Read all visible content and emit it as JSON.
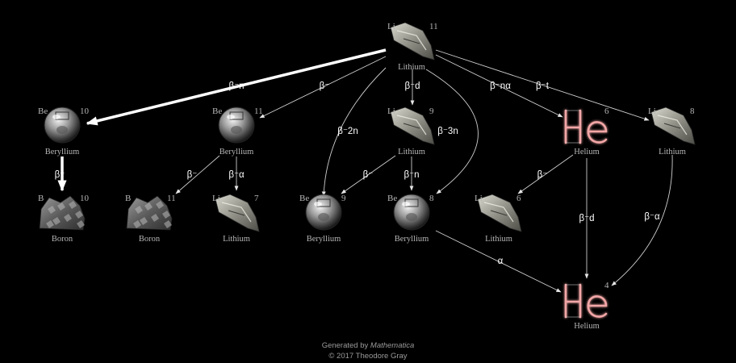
{
  "nodes": [
    {
      "id": "li11",
      "symbol": "Li",
      "mass": "11",
      "name": "Lithium",
      "kind": "lithium"
    },
    {
      "id": "be10",
      "symbol": "Be",
      "mass": "10",
      "name": "Beryllium",
      "kind": "beryllium"
    },
    {
      "id": "be11",
      "symbol": "Be",
      "mass": "11",
      "name": "Beryllium",
      "kind": "beryllium"
    },
    {
      "id": "li9",
      "symbol": "Li",
      "mass": "9",
      "name": "Lithium",
      "kind": "lithium"
    },
    {
      "id": "he6",
      "symbol": "",
      "mass": "6",
      "name": "Helium",
      "kind": "helium"
    },
    {
      "id": "li8",
      "symbol": "Li",
      "mass": "8",
      "name": "Lithium",
      "kind": "lithium"
    },
    {
      "id": "b10",
      "symbol": "B",
      "mass": "10",
      "name": "Boron",
      "kind": "boron"
    },
    {
      "id": "b11",
      "symbol": "B",
      "mass": "11",
      "name": "Boron",
      "kind": "boron"
    },
    {
      "id": "li7",
      "symbol": "Li",
      "mass": "7",
      "name": "Lithium",
      "kind": "lithium"
    },
    {
      "id": "be9",
      "symbol": "Be",
      "mass": "9",
      "name": "Beryllium",
      "kind": "beryllium"
    },
    {
      "id": "be8",
      "symbol": "Be",
      "mass": "8",
      "name": "Beryllium",
      "kind": "beryllium"
    },
    {
      "id": "li6",
      "symbol": "Li",
      "mass": "6",
      "name": "Lithium",
      "kind": "lithium"
    },
    {
      "id": "he4",
      "symbol": "",
      "mass": "4",
      "name": "Helium",
      "kind": "helium"
    }
  ],
  "edges": [
    {
      "from": "li11",
      "to": "be10",
      "label": "β⁻n",
      "thick": true
    },
    {
      "from": "li11",
      "to": "be11",
      "label": "β⁻"
    },
    {
      "from": "li11",
      "to": "be9",
      "label": "β⁻2n"
    },
    {
      "from": "li11",
      "to": "li9",
      "label": "β⁻d"
    },
    {
      "from": "li11",
      "to": "be8",
      "label": "β⁻3n"
    },
    {
      "from": "li11",
      "to": "he6",
      "label": "β⁻nα"
    },
    {
      "from": "li11",
      "to": "li8",
      "label": "β⁻t"
    },
    {
      "from": "be10",
      "to": "b10",
      "label": "β⁻",
      "thick": true
    },
    {
      "from": "be11",
      "to": "b11",
      "label": "β⁻"
    },
    {
      "from": "be11",
      "to": "li7",
      "label": "β⁻α"
    },
    {
      "from": "li9",
      "to": "be9",
      "label": "β⁻"
    },
    {
      "from": "li9",
      "to": "be8",
      "label": "β⁻n"
    },
    {
      "from": "he6",
      "to": "li6",
      "label": "β⁻"
    },
    {
      "from": "he6",
      "to": "he4",
      "label": "β⁻d"
    },
    {
      "from": "li8",
      "to": "he4",
      "label": "β⁻α"
    },
    {
      "from": "be8",
      "to": "he4",
      "label": "α"
    }
  ],
  "footer": {
    "line1_prefix": "Generated by",
    "line1_italic": "Mathematica",
    "line2": "© 2017 Theodore Gray"
  },
  "colors": {
    "background": "#000000",
    "edge": "#cfcfcf",
    "text": "#b5b5b5",
    "helium_glow": "#f3a6a6"
  }
}
